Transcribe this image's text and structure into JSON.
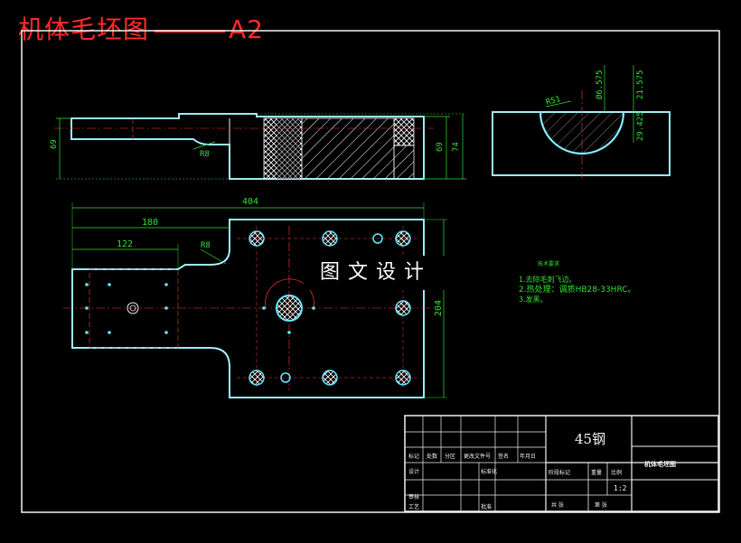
{
  "banner": {
    "title": "机体毛坯图",
    "suffix": "A2"
  },
  "watermark": "图文设计",
  "dimensions": {
    "front_height_left": "69",
    "front_height_right_inner": "69",
    "front_height_right_outer": "74",
    "fillet_front": "R8",
    "overall_length": "404",
    "length_180": "180",
    "length_122": "122",
    "fillet_top": "R8",
    "width_204": "204",
    "side_radius": "R51",
    "side_dia": "Ø6.575",
    "side_dim_1": "21.575",
    "side_dim_2": "29.425"
  },
  "notes": {
    "title": "技术要求",
    "lines": [
      "1.去除毛刺飞边。",
      "2.热处理：调质HB28-33HRC。",
      "3.发黑。"
    ]
  },
  "title_block": {
    "material": "45钢",
    "drawing_name": "机体毛坯图",
    "scale": "1:2",
    "labels": {
      "mark": "标记",
      "count": "处数",
      "zone": "分区",
      "change_no": "更改文件号",
      "signature": "签名",
      "date": "年月日",
      "design": "设计",
      "std": "标准化",
      "review": "审核",
      "process": "工艺",
      "approve": "批准",
      "stage_mark": "阶段标记",
      "weight": "重量",
      "scale_label": "比例",
      "sheets_total": "共 张",
      "sheet_no": "第 张"
    }
  },
  "colors": {
    "outline": "#f2f2f2",
    "cyan_edge": "#66e8ff",
    "dimension": "#33e033",
    "centerline": "#ff3b3b",
    "hatch": "#ffffff",
    "banner": "#ff2a2a"
  }
}
